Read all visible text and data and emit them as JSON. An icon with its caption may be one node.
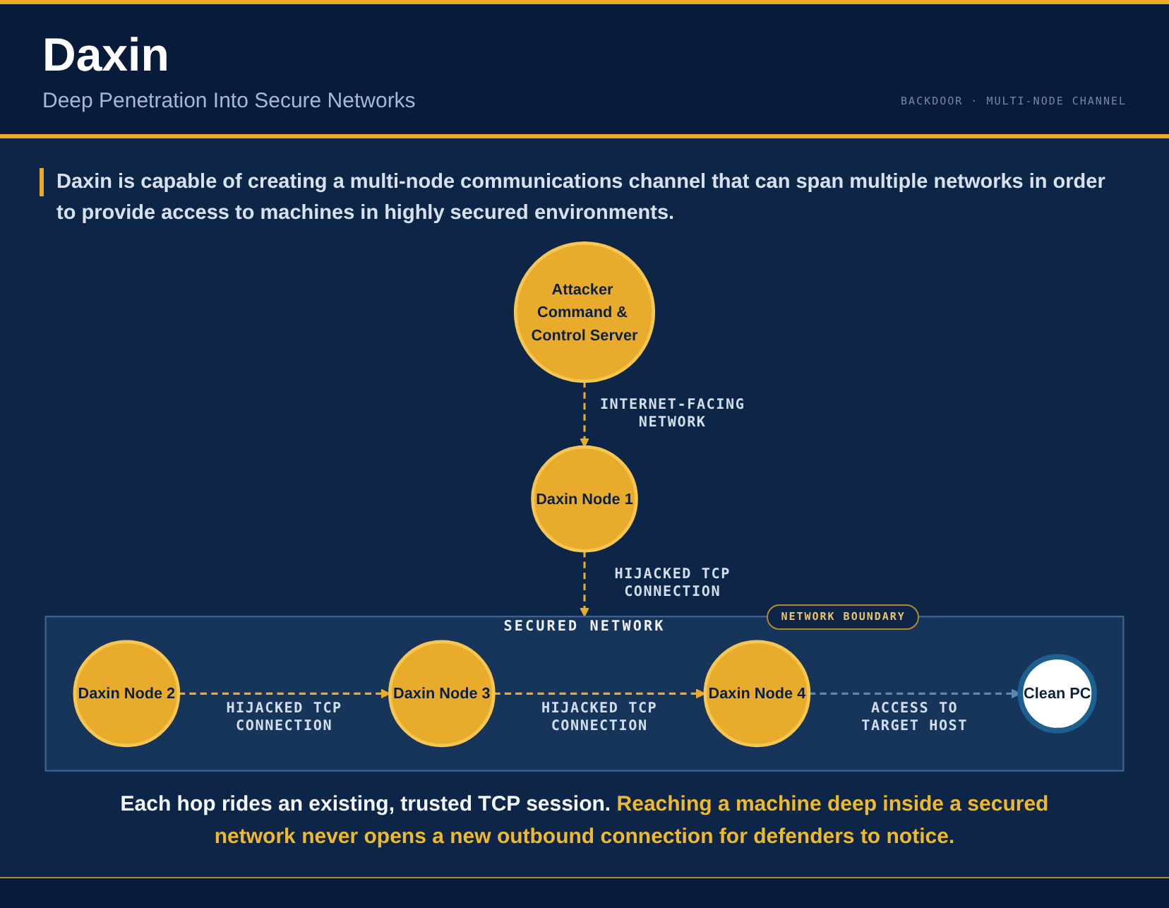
{
  "diagram": {
    "title": "Daxin",
    "caption": "Each hop rides an existing, trusted TCP session. Reaching a machine deep inside a secured network never opens a new outbound connection for defenders to notice.",
    "nodes": [
      {
        "text": [
          "Attacker Command & Control Server"
        ]
      },
      {
        "text": [
          "Daxin Node 1"
        ]
      },
      {
        "text": [
          "SECURED NETWORK"
        ],
        "beside": [
          "NETWORK BOUNDARY"
        ]
      },
      {
        "text": [
          "Daxin Node 2"
        ],
        "in": 2
      },
      {
        "text": [
          "Daxin Node 3"
        ],
        "in": 2
      },
      {
        "text": [
          "Daxin Node 4"
        ],
        "in": 2
      },
      {
        "text": [
          "Clean PC"
        ],
        "in": 2
      }
    ],
    "edges": [
      {
        "from": 0,
        "to": 1,
        "arrow": "to",
        "label": "INTERNET-FACING NETWORK",
        "style": "dashed"
      },
      {
        "from": 1,
        "to": 2,
        "arrow": "to",
        "label": "HIJACKED TCP CONNECTION",
        "style": "dashed"
      },
      {
        "from": 3,
        "to": 4,
        "arrow": "to",
        "label": "HIJACKED TCP CONNECTION",
        "style": "dashed"
      },
      {
        "from": 4,
        "to": 5,
        "arrow": "to",
        "label": "HIJACKED TCP CONNECTION",
        "style": "dashed"
      },
      {
        "from": 5,
        "to": 6,
        "arrow": "to",
        "label": "ACCESS TO TARGET HOST",
        "style": "dashed",
        "color": "#5b87b0"
      }
    ],
    "labels": [
      "Deep Penetration Into Secure Networks",
      "BACKDOOR · MULTI-NODE CHANNEL",
      "Daxin is capable of creating a multi-node communications channel that can span multiple networks in order to provide access to machines in highly secured environments."
    ]
  }
}
